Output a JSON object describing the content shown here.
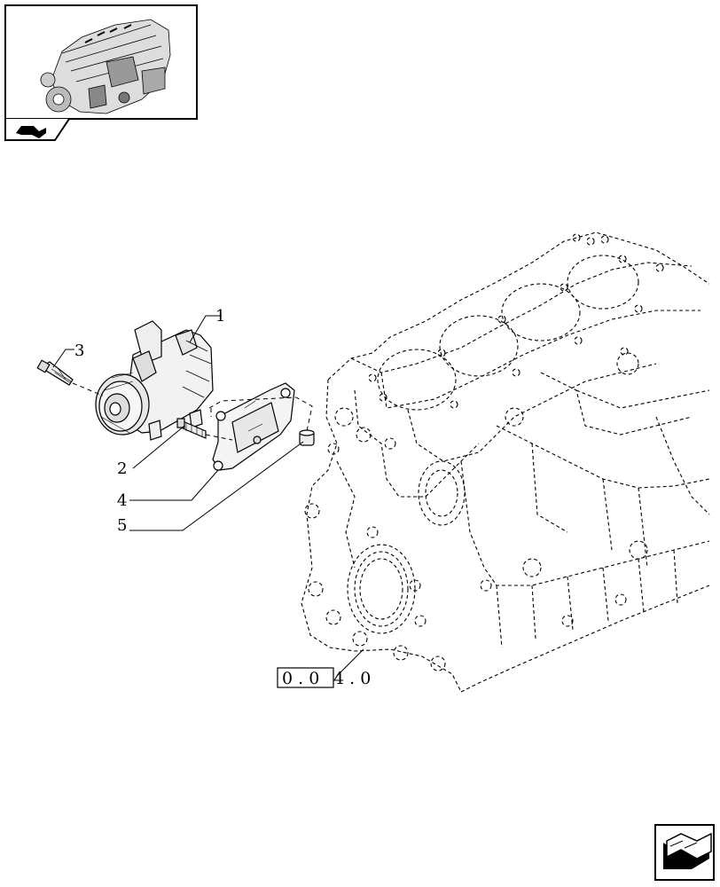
{
  "thumbnail": {
    "icon": "engine-thumbnail-icon",
    "nav_icon": "book-arrow-icon"
  },
  "callouts": [
    {
      "id": "1",
      "label": "1"
    },
    {
      "id": "2",
      "label": "2"
    },
    {
      "id": "3",
      "label": "3"
    },
    {
      "id": "4",
      "label": "4"
    },
    {
      "id": "5",
      "label": "5"
    }
  ],
  "reference": {
    "boxed": "0 . 0",
    "rest": "4 . 0"
  },
  "nav": {
    "icon": "next-page-arrow-icon"
  }
}
